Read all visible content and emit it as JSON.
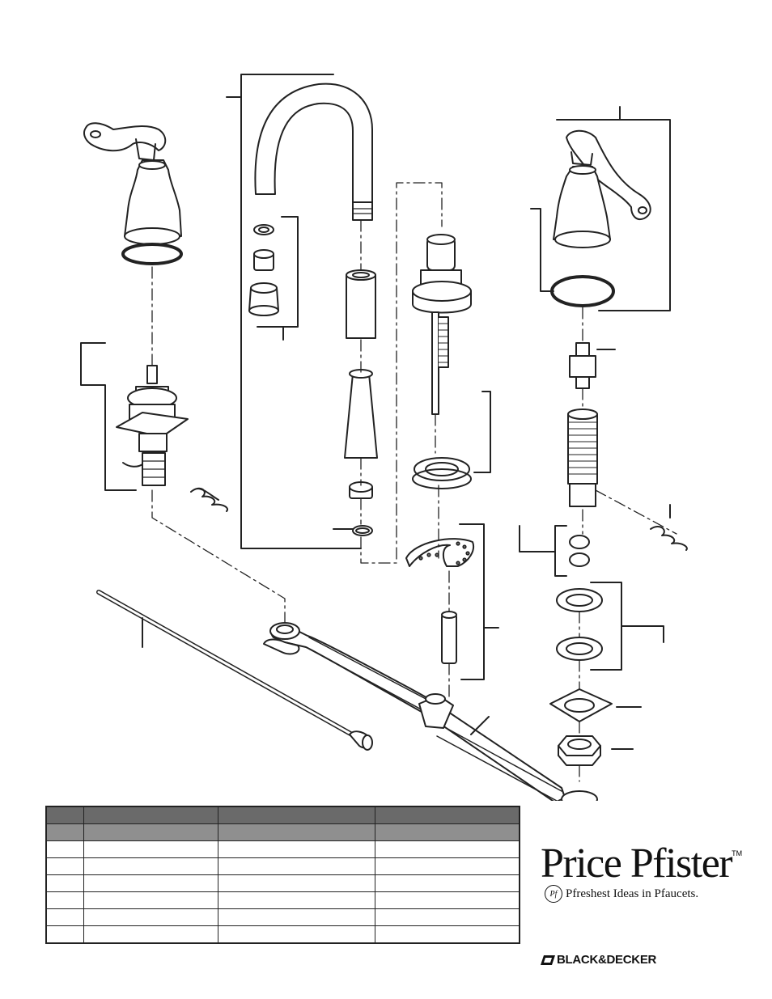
{
  "brand": {
    "name": "Price Pfister",
    "trademark": "TM",
    "badge": "Pf",
    "tagline": "Pfreshest Ideas in Pfaucets.",
    "parent": "BLACK&DECKER"
  },
  "parts_table": {
    "header_rows": [
      [
        "",
        "",
        "",
        ""
      ],
      [
        "",
        "",
        "",
        ""
      ]
    ],
    "rows": [
      [
        "",
        "",
        "",
        ""
      ],
      [
        "",
        "",
        "",
        ""
      ],
      [
        "",
        "",
        "",
        ""
      ],
      [
        "",
        "",
        "",
        ""
      ],
      [
        "",
        "",
        "",
        ""
      ],
      [
        "",
        "",
        "",
        ""
      ]
    ]
  },
  "icons": [
    "faucet-handle-left-icon",
    "faucet-handle-right-icon",
    "spout-icon",
    "valve-cartridge-icon",
    "pop-up-rod-icon",
    "waterway-tube-icon",
    "retaining-clip-icon"
  ],
  "colors": {
    "line": "#222222",
    "table_header": "#6a6a6a",
    "table_subheader": "#8f8f8f"
  }
}
